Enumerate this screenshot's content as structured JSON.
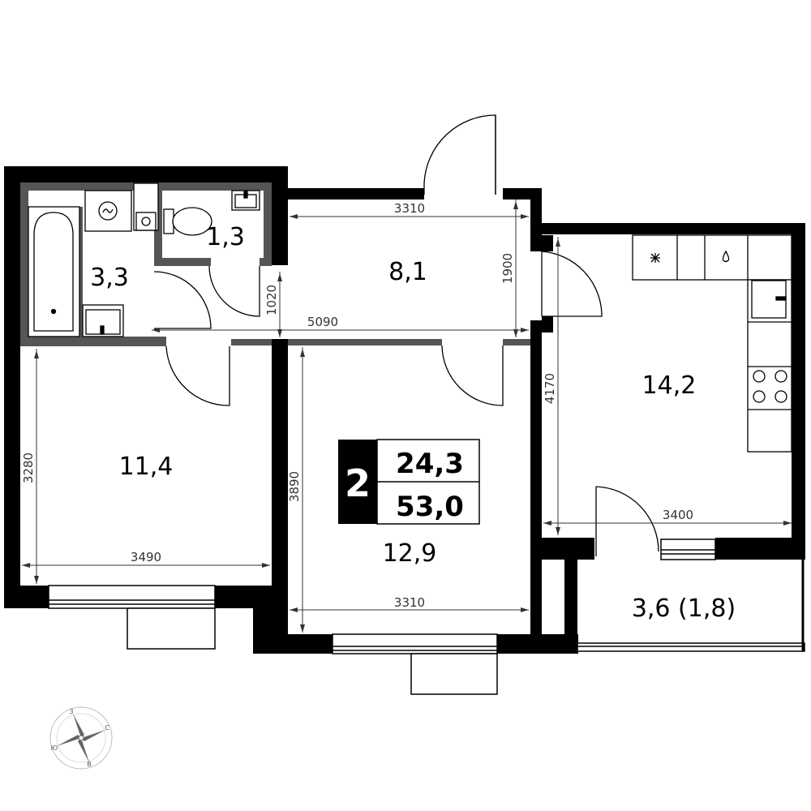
{
  "rooms": {
    "bathroom": "3,3",
    "toilet": "1,3",
    "hall": "8,1",
    "kitchen": "14,2",
    "bedroom": "11,4",
    "living": "12,9",
    "balcony": "3,6 (1,8)"
  },
  "badge": {
    "rooms_count": "2",
    "living_area": "24,3",
    "total_area": "53,0"
  },
  "dimensions": {
    "hall_width": "3310",
    "hall_height": "1900",
    "bath_corridor": "1020",
    "corridor_length": "5090",
    "kitchen_height": "4170",
    "kitchen_width": "3400",
    "bedroom_height": "3280",
    "bedroom_width": "3490",
    "living_height": "3890",
    "living_width": "3310"
  },
  "compass": {
    "north": "С",
    "south": "Ю",
    "west": "З",
    "east": "В"
  }
}
